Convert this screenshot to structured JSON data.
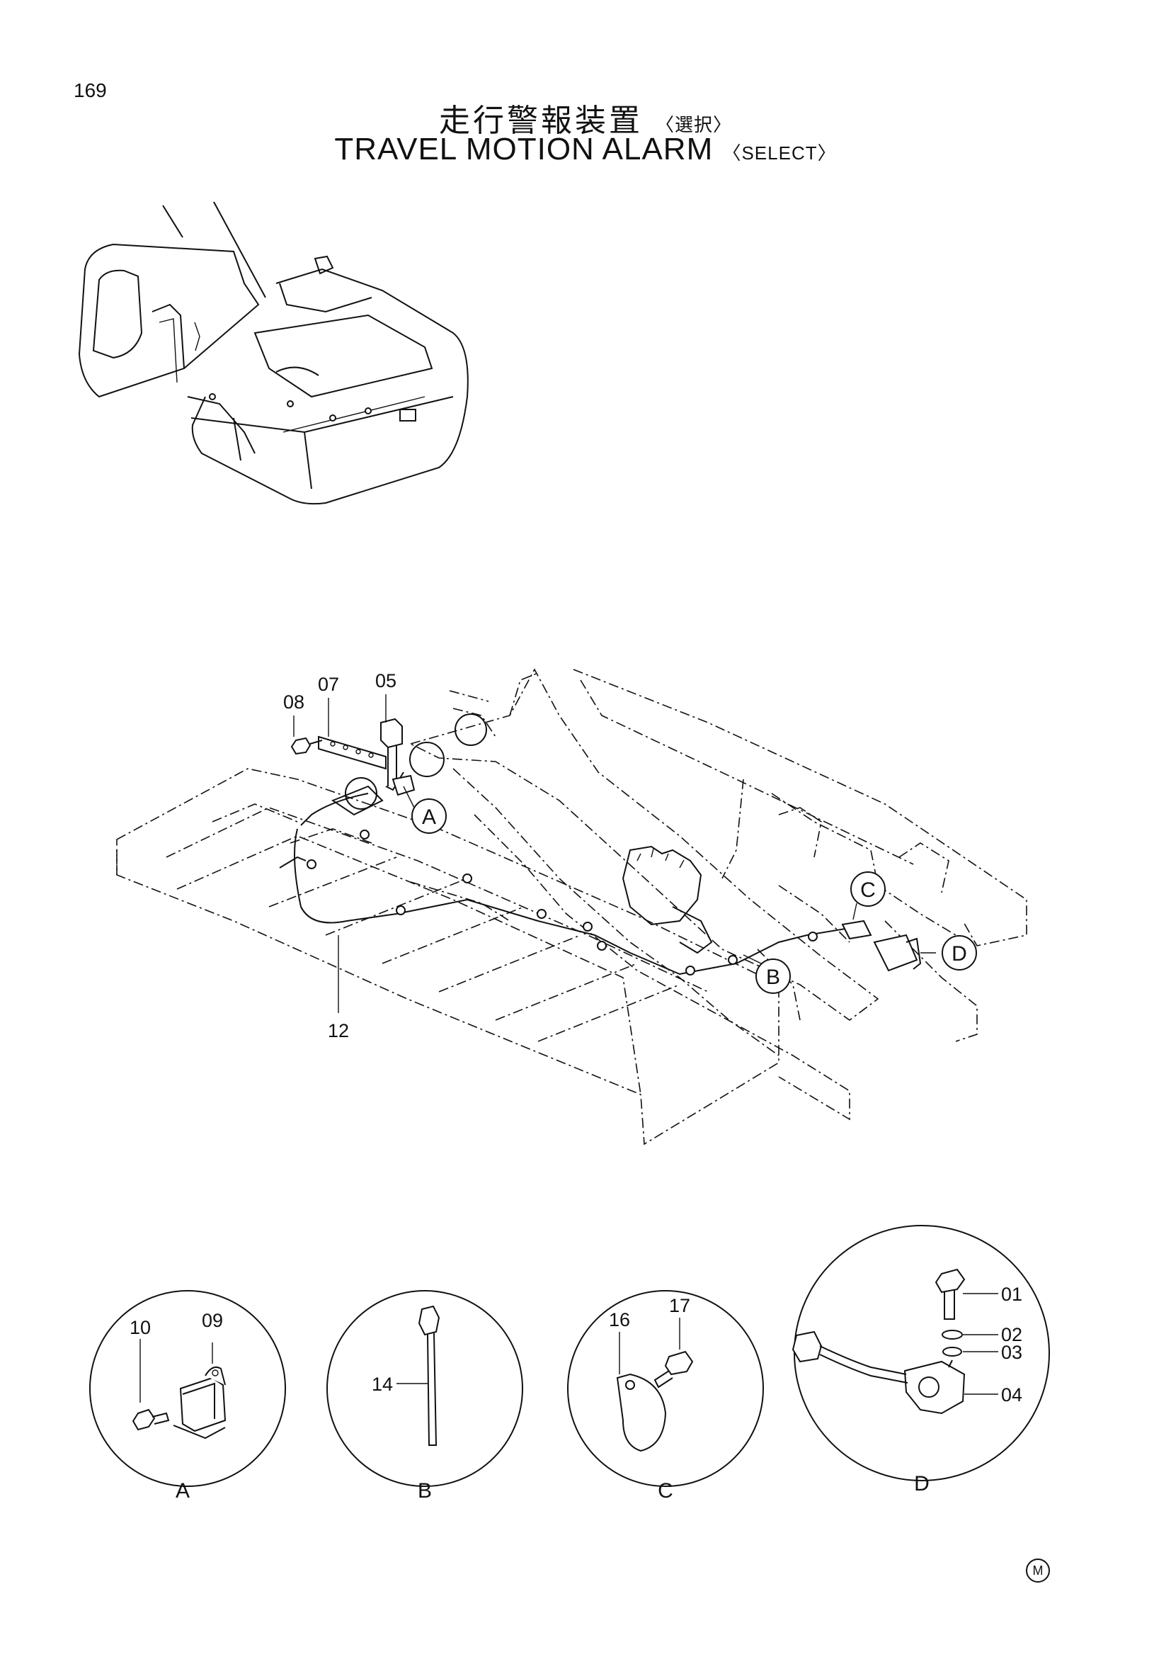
{
  "page": {
    "number": "169",
    "title_jp": "走行警報装置",
    "title_jp_select": "〈選択〉",
    "title_en": "TRAVEL MOTION ALARM",
    "title_en_select": "〈SELECT〉",
    "footer_mark": "M"
  },
  "callouts": {
    "a": "A",
    "b": "B",
    "c": "C",
    "d": "D"
  },
  "part_numbers": {
    "p01": "01",
    "p02": "02",
    "p03": "03",
    "p04": "04",
    "p05": "05",
    "p07": "07",
    "p08": "08",
    "p09": "09",
    "p10": "10",
    "p12": "12",
    "p14": "14",
    "p16": "16",
    "p17": "17"
  },
  "detail_views": {
    "a": "A",
    "b": "B",
    "c": "C",
    "d": "D"
  }
}
